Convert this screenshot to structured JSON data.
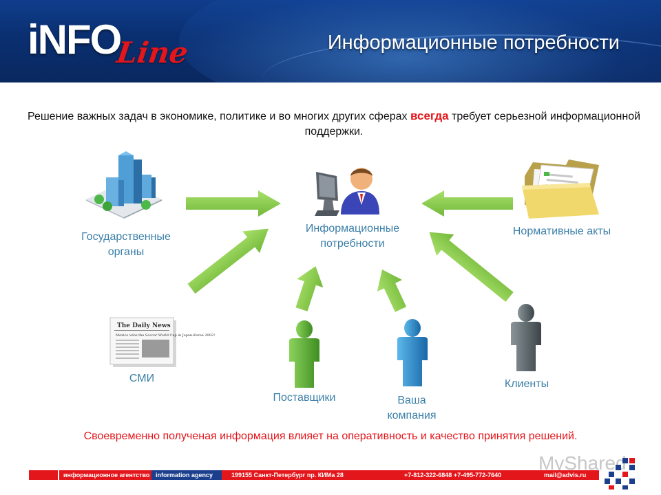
{
  "header": {
    "logo_info": "iNFO",
    "logo_line": "Line",
    "title": "Информационные потребности"
  },
  "intro": {
    "before": "Решение важных задач в экономике, политике и во многих других сферах ",
    "emphasis": "всегда",
    "after": " требует серьезной информационной поддержки."
  },
  "labels": {
    "center": "Информационные потребности",
    "government": "Государственные органы",
    "normative": "Нормативные акты",
    "media": "СМИ",
    "suppliers": "Поставщики",
    "company": "Ваша компания",
    "clients": "Клиенты"
  },
  "newspaper": {
    "masthead": "The Daily News",
    "headline": "Mexico wins the Soccer World Cup in Japan-Korea 2002!"
  },
  "footer": {
    "note": "Своевременно полученая информация влияет на оперативность и качество принятия решений.",
    "bar_agency_ru": "информационное агентство",
    "bar_agency_en": "information agency",
    "bar_address": "199155 Санкт-Петербург пр. КИМа 28",
    "bar_phones": "+7-812-322-6848 +7-495-772-7640",
    "bar_mail": "mail@advis.ru",
    "watermark": "MyShared"
  },
  "colors": {
    "header_blue": "#0a2f70",
    "accent_red": "#e3161b",
    "label_blue": "#3b7fa8",
    "arrow_green": "#8ccf4a"
  }
}
